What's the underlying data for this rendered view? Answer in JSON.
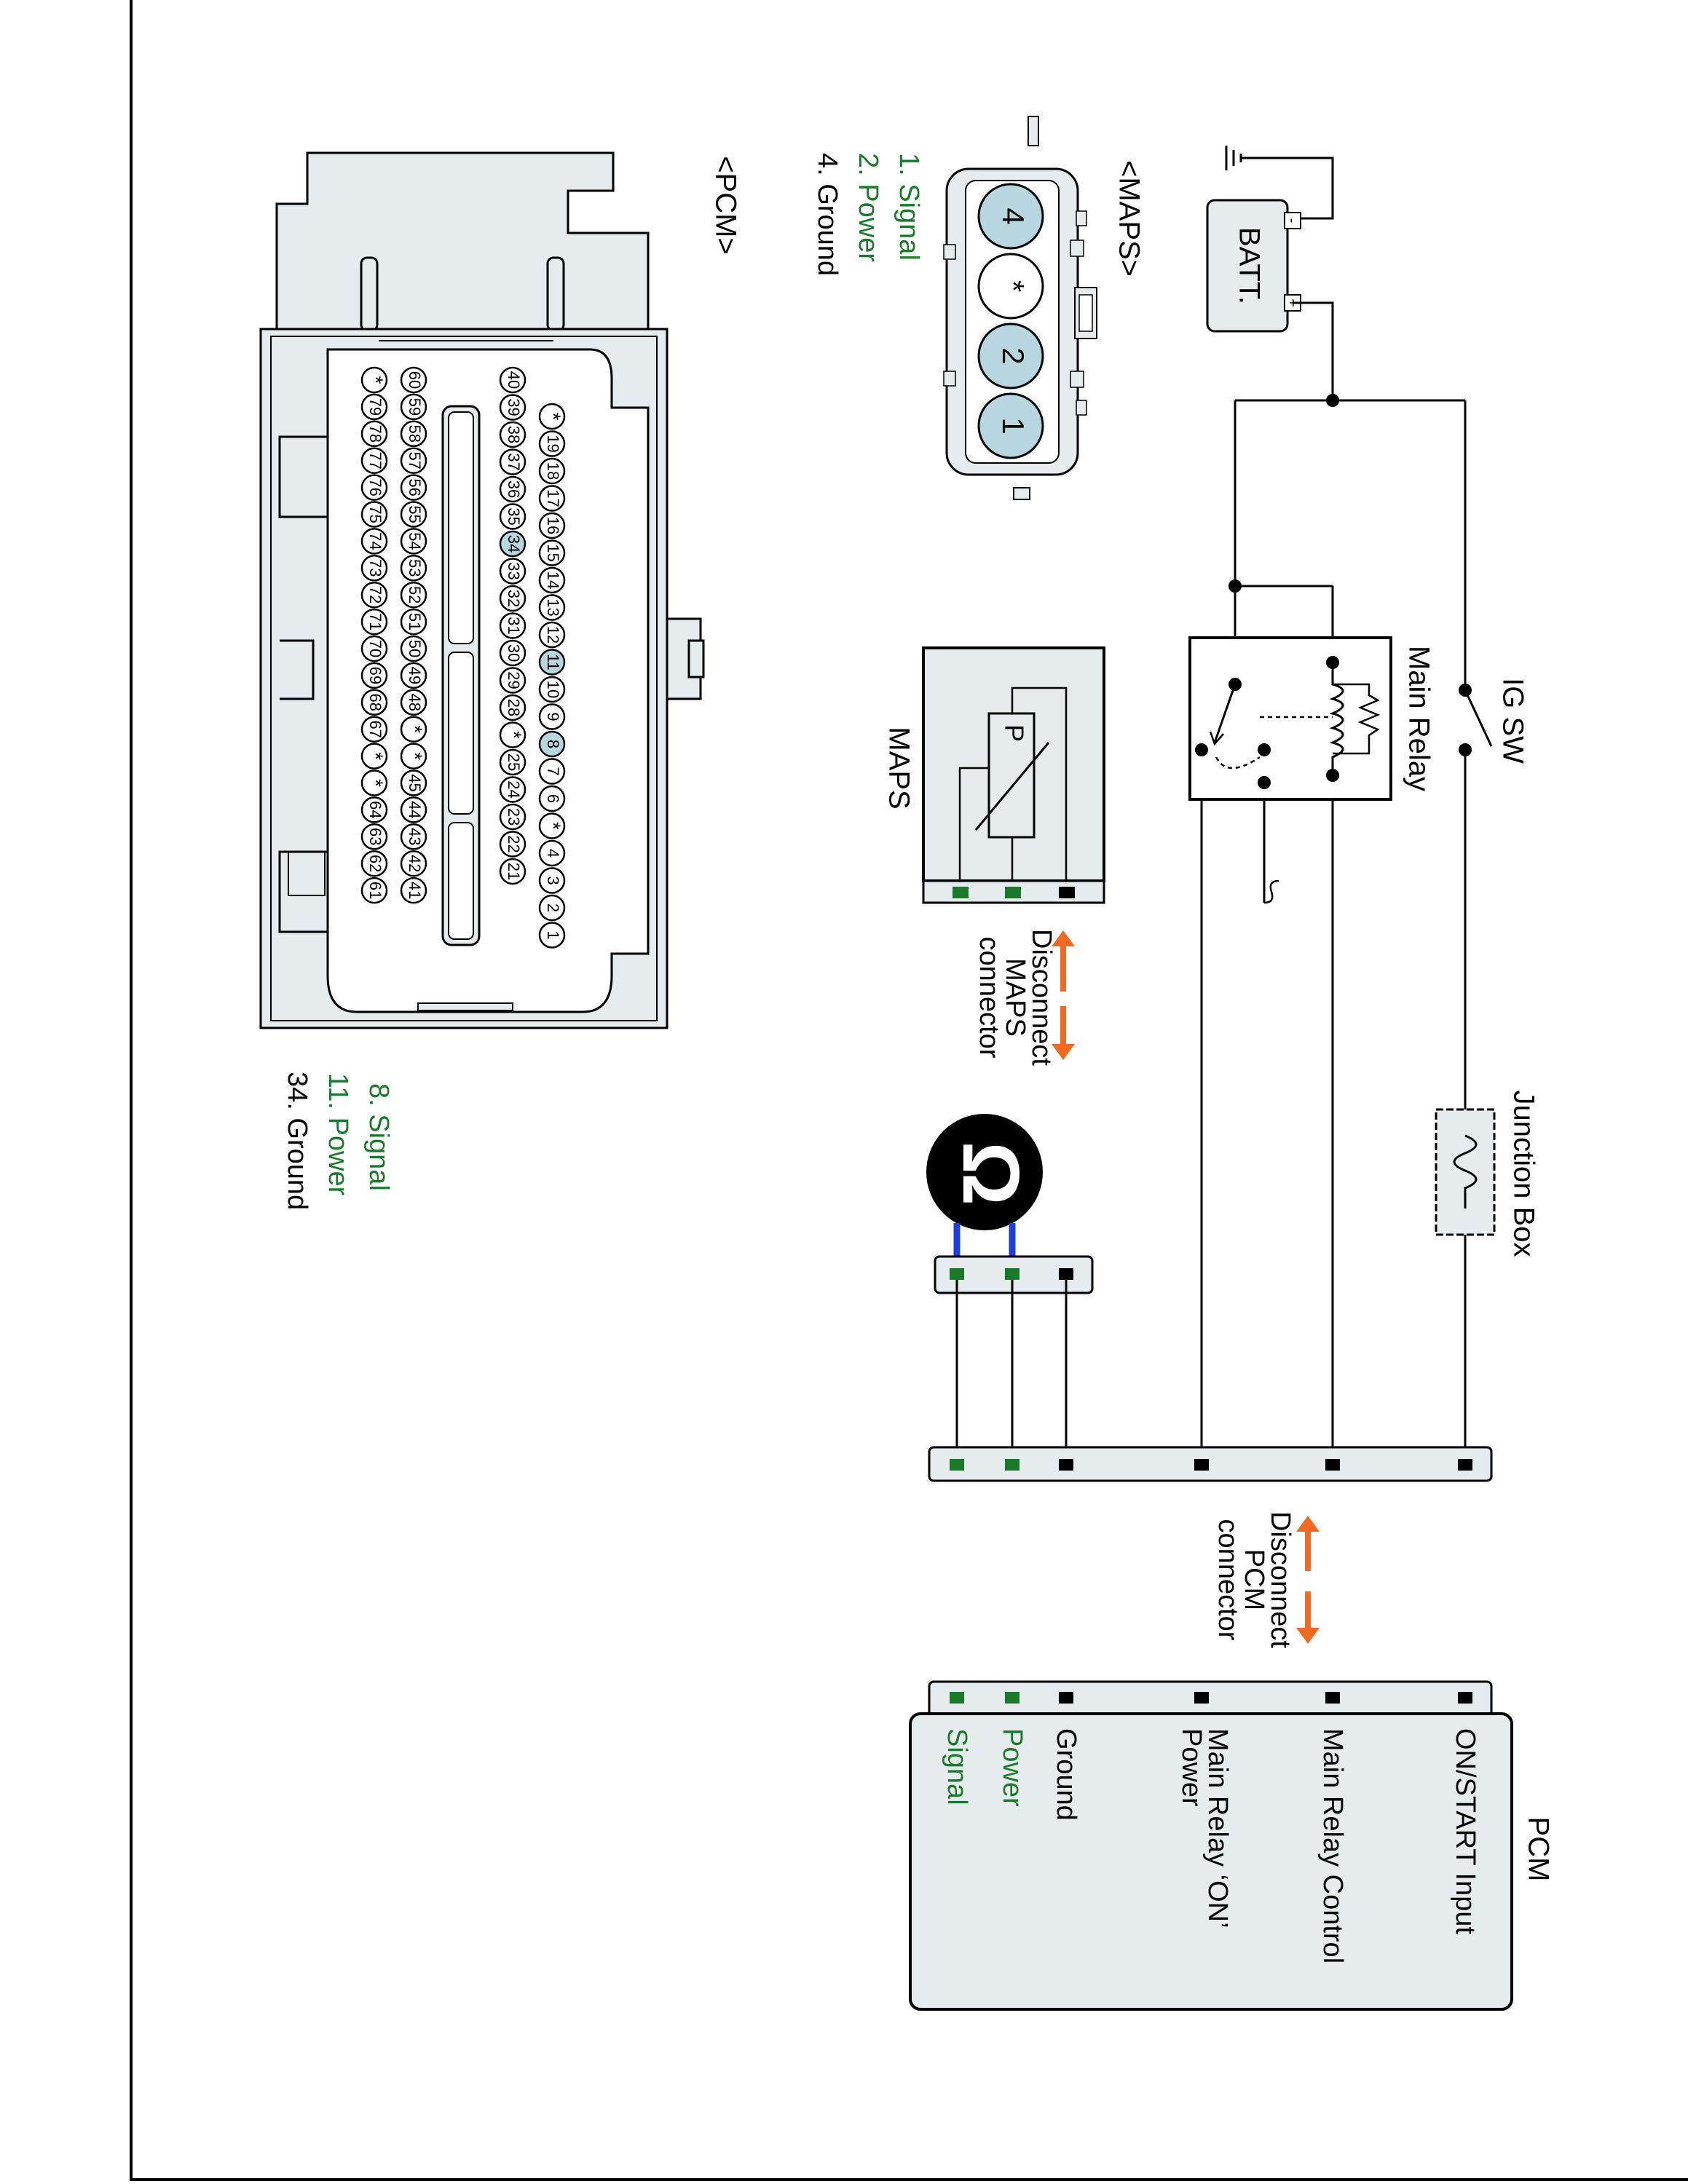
{
  "colors": {
    "green": "#1a7a2a",
    "orange": "#f26a21",
    "pin_fill": "#b8d6de",
    "box_fill": "#e6eced",
    "blue": "#1f3fd9"
  },
  "battery": {
    "label": "BATT.",
    "minus": "-",
    "plus": "+"
  },
  "ig_sw": {
    "label": "IG SW"
  },
  "main_relay": {
    "label": "Main Relay"
  },
  "junction_box": {
    "label": "Junction Box"
  },
  "maps_sensor": {
    "label": "MAPS",
    "symbol": "P"
  },
  "maps_disconnect": {
    "line1": "Disconnect",
    "line2": "MAPS",
    "line3": "connector"
  },
  "pcm_disconnect": {
    "line1": "Disconnect",
    "line2": "PCM",
    "line3": "connector"
  },
  "ohmmeter": {
    "icon": "ohmmeter-icon",
    "symbol": "Ω"
  },
  "pcm_block": {
    "title": "PCM",
    "pins": [
      "ON/START Input",
      "Main Relay Control",
      "Main Relay ‘ON’",
      "Power",
      "Ground",
      "Power",
      "Signal"
    ]
  },
  "maps_connector": {
    "title": "<MAPS>",
    "pins": [
      "4",
      "*",
      "2",
      "1"
    ],
    "legend": [
      "1. Signal",
      "2. Power",
      "4. Ground"
    ]
  },
  "pcm_connector": {
    "title": "<PCM>",
    "row1": [
      "*",
      "19",
      "18",
      "17",
      "16",
      "15",
      "14",
      "13",
      "12",
      "11",
      "10",
      "9",
      "8",
      "7",
      "6",
      "*",
      "4",
      "3",
      "2",
      "1"
    ],
    "row2": [
      "40",
      "39",
      "38",
      "37",
      "36",
      "35",
      "34",
      "33",
      "32",
      "31",
      "30",
      "29",
      "28",
      "*",
      "25",
      "24",
      "23",
      "22",
      "21"
    ],
    "row3": [
      "60",
      "59",
      "58",
      "57",
      "56",
      "55",
      "54",
      "53",
      "52",
      "51",
      "50",
      "49",
      "48",
      "*",
      "*",
      "45",
      "44",
      "43",
      "42",
      "41"
    ],
    "row4": [
      "*",
      "79",
      "78",
      "77",
      "76",
      "75",
      "74",
      "73",
      "72",
      "71",
      "70",
      "69",
      "68",
      "67",
      "*",
      "*",
      "64",
      "63",
      "62",
      "61"
    ],
    "highlighted": [
      "8",
      "11",
      "34"
    ],
    "legend": [
      "8. Signal",
      "11. Power",
      "34. Ground"
    ]
  }
}
